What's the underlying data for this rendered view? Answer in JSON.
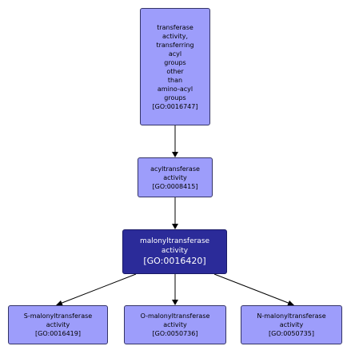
{
  "nodes": [
    {
      "id": "n1",
      "lines": [
        "transferase",
        "activity,",
        "transferring",
        "acyl",
        "groups",
        "other",
        "than",
        "amino-acyl",
        "groups"
      ],
      "go": "[GO:0016747]"
    },
    {
      "id": "n2",
      "lines": [
        "acyltransferase",
        "activity"
      ],
      "go": "[GO:0008415]"
    },
    {
      "id": "n3",
      "lines": [
        "malonyltransferase",
        "activity"
      ],
      "go": "[GO:0016420]"
    },
    {
      "id": "n4",
      "lines": [
        "S-malonyltransferase",
        "activity"
      ],
      "go": "[GO:0016419]"
    },
    {
      "id": "n5",
      "lines": [
        "O-malonyltransferase",
        "activity"
      ],
      "go": "[GO:0050736]"
    },
    {
      "id": "n6",
      "lines": [
        "N-malonyltransferase",
        "activity"
      ],
      "go": "[GO:0050735]"
    }
  ],
  "colors": {
    "node_fill": "#9d9dfb",
    "focus_fill": "#2b2b99",
    "edge": "#000000"
  }
}
